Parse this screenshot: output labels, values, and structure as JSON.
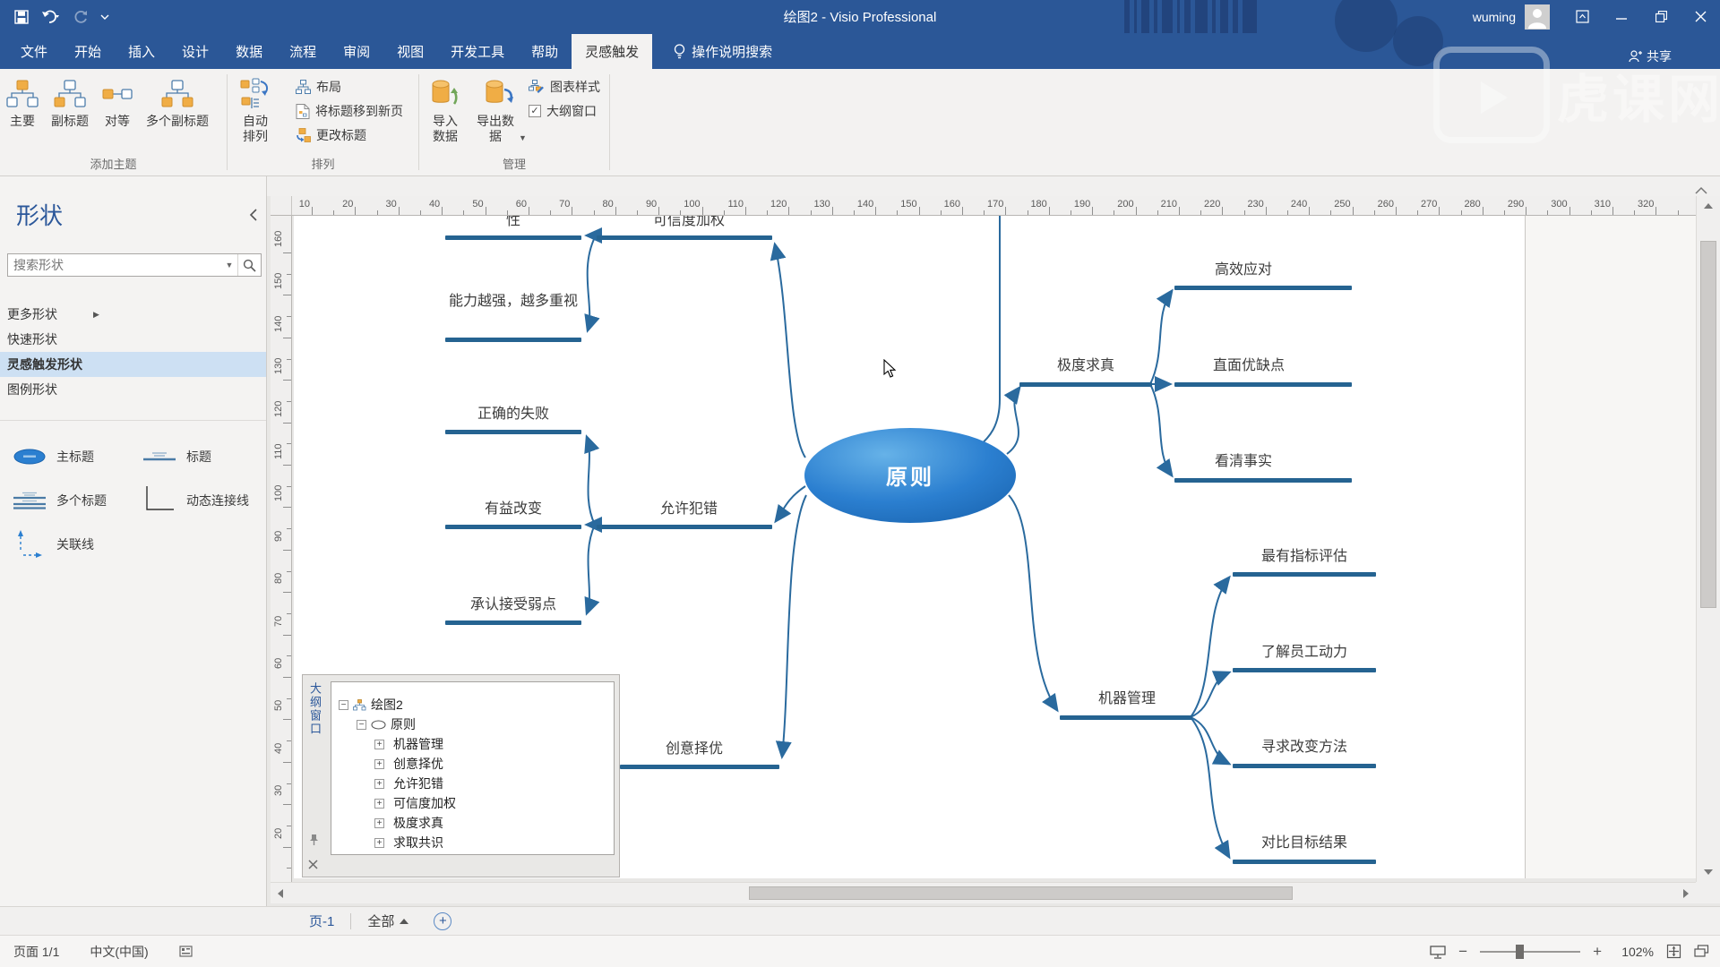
{
  "colors": {
    "titlebar": "#2b5797",
    "accent": "#2b579a",
    "topic_bar": "#256391",
    "connector": "#2a6a9e",
    "ellipse_light": "#66b2e8",
    "ellipse_dark": "#1963ae",
    "icon_orange": "#f0ad45",
    "icon_blue": "#4d7dab"
  },
  "titlebar": {
    "title": "绘图2 - Visio Professional",
    "user": "wuming",
    "share_label": "共享",
    "watermark": "虎课网"
  },
  "ribbon_tabs": {
    "items": [
      "文件",
      "开始",
      "插入",
      "设计",
      "数据",
      "流程",
      "审阅",
      "视图",
      "开发工具",
      "帮助",
      "灵感触发"
    ],
    "active": "灵感触发",
    "tellme": "操作说明搜索"
  },
  "ribbon": {
    "groups": [
      {
        "label": "添加主题",
        "buttons": [
          "主要",
          "副标题",
          "对等",
          "多个副标题"
        ]
      },
      {
        "label": "排列",
        "big_button": "自动排列",
        "menu_items": [
          "布局",
          "将标题移到新页",
          "更改标题"
        ]
      },
      {
        "label": "管理",
        "big_buttons": [
          "导入数据",
          "导出数据"
        ],
        "toggle_items": [
          "图表样式",
          "大纲窗口"
        ],
        "outline_checked": true
      }
    ]
  },
  "shapes_panel": {
    "title": "形状",
    "search_placeholder": "搜索形状",
    "nav_items": [
      "更多形状",
      "快速形状",
      "灵感触发形状",
      "图例形状"
    ],
    "selected_nav": "灵感触发形状",
    "stencil_items": [
      "主标题",
      "标题",
      "多个标题",
      "动态连接线",
      "关联线"
    ]
  },
  "rulers": {
    "h_ticks": [
      10,
      20,
      30,
      40,
      50,
      60,
      70,
      80,
      90,
      100,
      110,
      120,
      130,
      140,
      150,
      160,
      170,
      180,
      190,
      200,
      210,
      220,
      230,
      240,
      250,
      260,
      270,
      280,
      290,
      300,
      310,
      320
    ],
    "v_ticks": [
      160,
      150,
      140,
      130,
      120,
      110,
      100,
      90,
      80,
      70,
      60,
      50,
      40,
      30,
      20
    ]
  },
  "mindmap": {
    "center": "原则",
    "branches": [
      {
        "label": "可信度加权",
        "children": [
          "性",
          "能力越强，越多重视"
        ]
      },
      {
        "label": "允许犯错",
        "children": [
          "正确的失败",
          "有益改变",
          "承认接受弱点"
        ]
      },
      {
        "label": "创意择优",
        "children": []
      },
      {
        "label": "极度求真",
        "children": [
          "高效应对",
          "直面优缺点",
          "看清事实"
        ]
      },
      {
        "label": "机器管理",
        "children": [
          "最有指标评估",
          "了解员工动力",
          "寻求改变方法",
          "对比目标结果"
        ]
      }
    ]
  },
  "outline_window": {
    "title": "大纲窗口",
    "items": [
      {
        "label": "绘图2",
        "level": 0,
        "toggle": "-",
        "icon": "diagram"
      },
      {
        "label": "原则",
        "level": 1,
        "toggle": "-",
        "icon": "ellipse"
      },
      {
        "label": "机器管理",
        "level": 2,
        "toggle": "+",
        "icon": "dash"
      },
      {
        "label": "创意择优",
        "level": 2,
        "toggle": "+",
        "icon": "dash"
      },
      {
        "label": "允许犯错",
        "level": 2,
        "toggle": "+",
        "icon": "dash"
      },
      {
        "label": "可信度加权",
        "level": 2,
        "toggle": "+",
        "icon": "dash"
      },
      {
        "label": "极度求真",
        "level": 2,
        "toggle": "+",
        "icon": "dash"
      },
      {
        "label": "求取共识",
        "level": 2,
        "toggle": "+",
        "icon": "dash"
      }
    ]
  },
  "page_bar": {
    "current_page": "页-1",
    "all_pages": "全部"
  },
  "status_bar": {
    "page_indicator": "页面 1/1",
    "language": "中文(中国)",
    "zoom": "102%"
  }
}
